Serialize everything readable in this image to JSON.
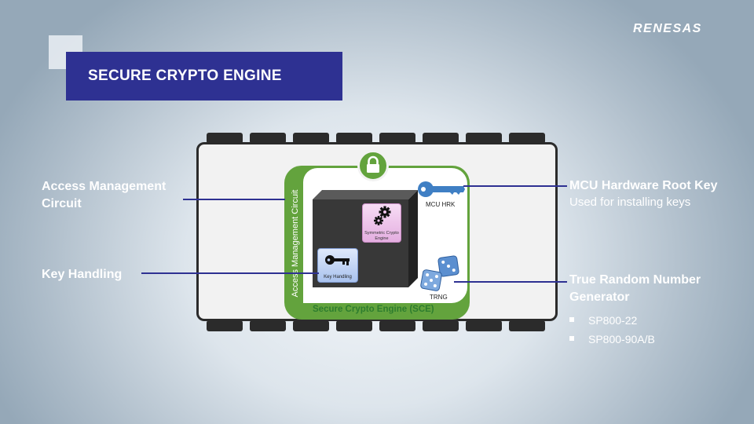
{
  "brand": {
    "logo": "RENESAS"
  },
  "header": {
    "title": "SECURE CRYPTO ENGINE"
  },
  "diagram": {
    "access_management_circuit": "Access Management Circuit",
    "sce_label": "Secure Crypto Engine (SCE)",
    "symmetric_engine": "Symmetric Crypto Engine",
    "key_handling_box": "Key Handling",
    "mcu_hrk": "MCU HRK",
    "trng": "TRNG"
  },
  "callouts": {
    "access_management": "Access Management Circuit",
    "key_handling": "Key Handling",
    "hardware_root_key": {
      "title": "MCU Hardware Root Key",
      "subtitle": "Used for installing keys"
    },
    "trng": {
      "title": "True Random Number Generator",
      "bullets": [
        "SP800-22",
        "SP800-90A/B"
      ]
    }
  },
  "colors": {
    "title_bar": "#2e3192",
    "sce_green": "#63a33d",
    "chip_outline": "#2b2b2b",
    "connector": "#2e3192"
  }
}
